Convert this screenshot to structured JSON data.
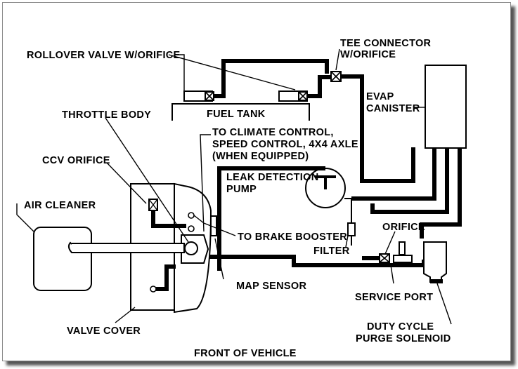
{
  "diagram": {
    "labels": {
      "rollover_valve": "ROLLOVER VALVE W/ORIFICE",
      "tee_connector_line1": "TEE CONNECTOR",
      "tee_connector_line2": "W/ORIFICE",
      "evap_canister_line1": "EVAP",
      "evap_canister_line2": "CANISTER",
      "fuel_tank": "FUEL TANK",
      "throttle_body": "THROTTLE BODY",
      "climate_line1": "TO CLIMATE CONTROL,",
      "climate_line2": "SPEED CONTROL, 4X4 AXLE",
      "climate_line3": "(WHEN EQUIPPED)",
      "ccv_orifice": "CCV ORIFICE",
      "leak_pump_line1": "LEAK DETECTION",
      "leak_pump_line2": "PUMP",
      "air_cleaner": "AIR CLEANER",
      "brake_booster": "TO BRAKE BOOSTER",
      "orifice": "ORIFICE",
      "filter": "FILTER",
      "map_sensor": "MAP SENSOR",
      "service_port": "SERVICE PORT",
      "valve_cover": "VALVE COVER",
      "purge_solenoid_line1": "DUTY CYCLE",
      "purge_solenoid_line2": "PURGE SOLENOID",
      "front_of_vehicle": "FRONT OF VEHICLE"
    }
  }
}
